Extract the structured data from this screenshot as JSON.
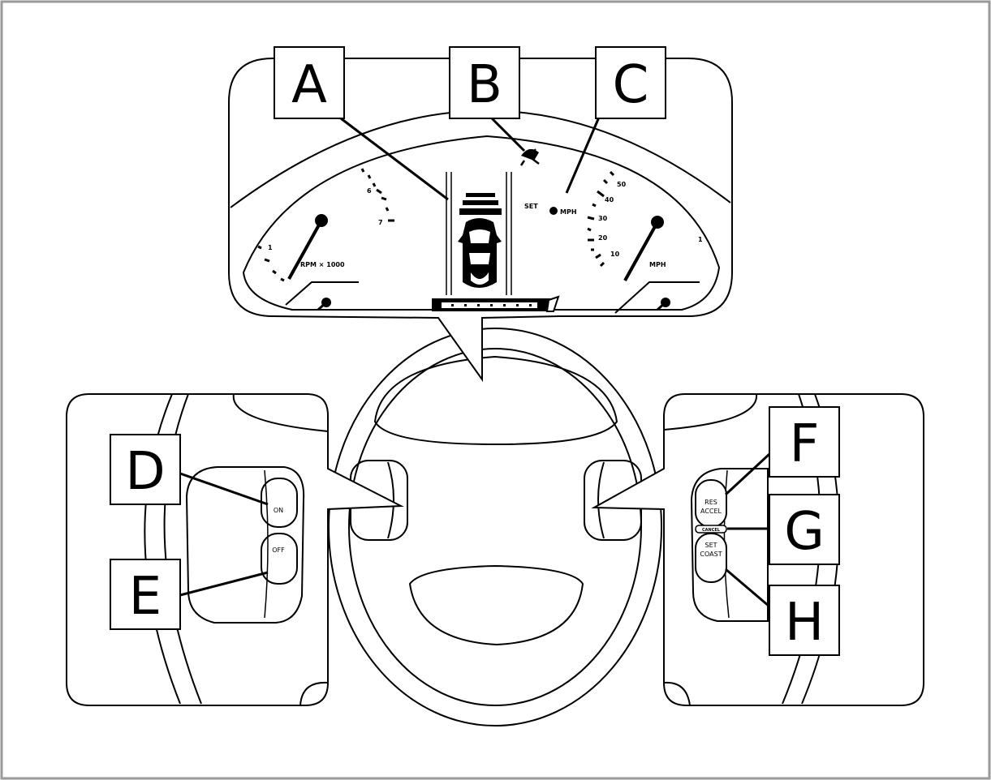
{
  "callouts": {
    "A": "A",
    "B": "B",
    "C": "C",
    "D": "D",
    "E": "E",
    "F": "F",
    "G": "G",
    "H": "H"
  },
  "cluster": {
    "tach_marks": [
      "1",
      "6",
      "7"
    ],
    "tach_unit": "RPM × 1000",
    "speed_marks": [
      "10",
      "20",
      "30",
      "40",
      "50"
    ],
    "speed_unit": "MPH",
    "set_label": "SET",
    "mph_indicator_label": "MPH"
  },
  "left_switch": {
    "on_label": "ON",
    "off_label": "OFF"
  },
  "right_switch": {
    "res_label": "RES",
    "accel_label": "ACCEL",
    "cancel_label": "CANCEL",
    "set_label": "SET",
    "coast_label": "COAST"
  },
  "colors": {
    "stroke": "#000000",
    "frame": "#9a9a9a",
    "fill": "#ffffff"
  }
}
